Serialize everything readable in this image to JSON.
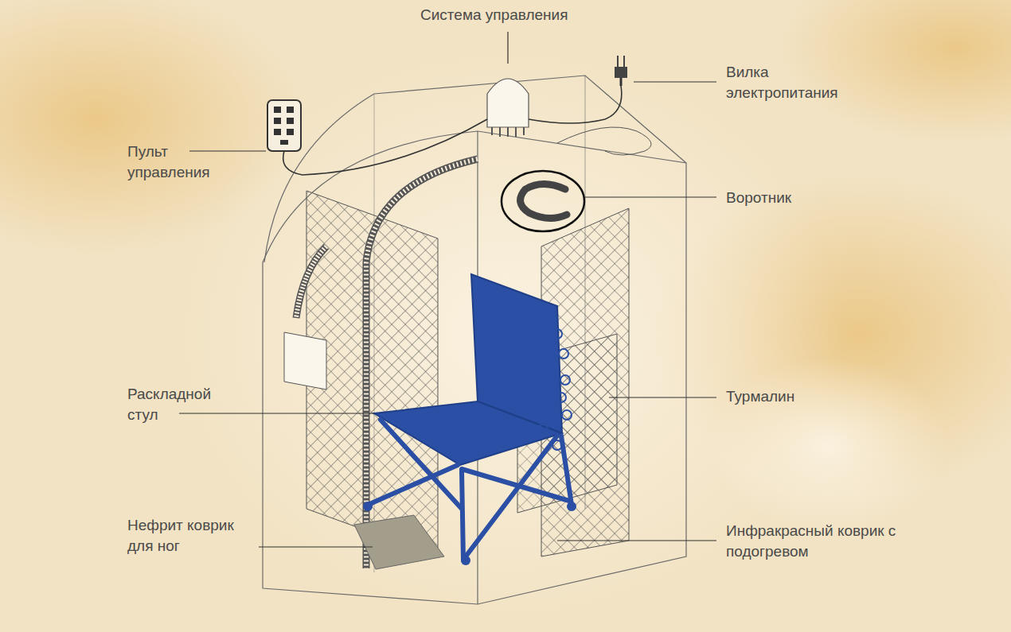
{
  "diagram": {
    "labels": [
      "Система управления",
      "Вилка электропитания",
      "Пульт управления",
      "Воротник",
      "Раскладной стул",
      "Турмалин",
      "Нефрит коврик для ног",
      "Инфракрасный коврик с подогревом"
    ]
  }
}
